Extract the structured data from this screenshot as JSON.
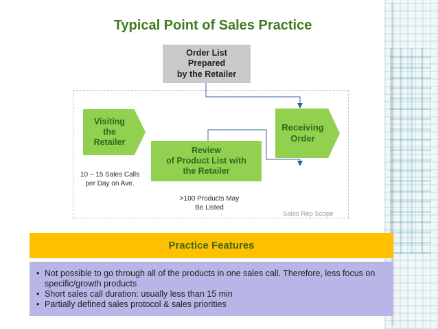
{
  "title": "Typical Point of Sales Practice",
  "diagram": {
    "order_list": "Order List\nPrepared\nby the Retailer",
    "visiting": "Visiting\nthe\nRetailer",
    "receiving": "Receiving\nOrder",
    "review": "Review\nof Product List with\nthe Retailer",
    "calls_note": "10 – 15 Sales Calls\nper Day on Ave.",
    "products_note": ">100 Products May\nBe Listed",
    "scope_label": "Sales Rep Scope"
  },
  "features": {
    "heading": "Practice Features",
    "items": [
      "Not possible to go through all of the products in one sales call. Therefore, less focus on specific/growth products",
      "Short sales call duration: usually less than 15 min",
      "Partially defined sales protocol & sales priorities"
    ]
  },
  "colors": {
    "title_green": "#3e7a1e",
    "box_green": "#92d050",
    "box_gray": "#c9c9c9",
    "features_orange": "#ffc000",
    "features_purple": "#b7b6e6"
  }
}
